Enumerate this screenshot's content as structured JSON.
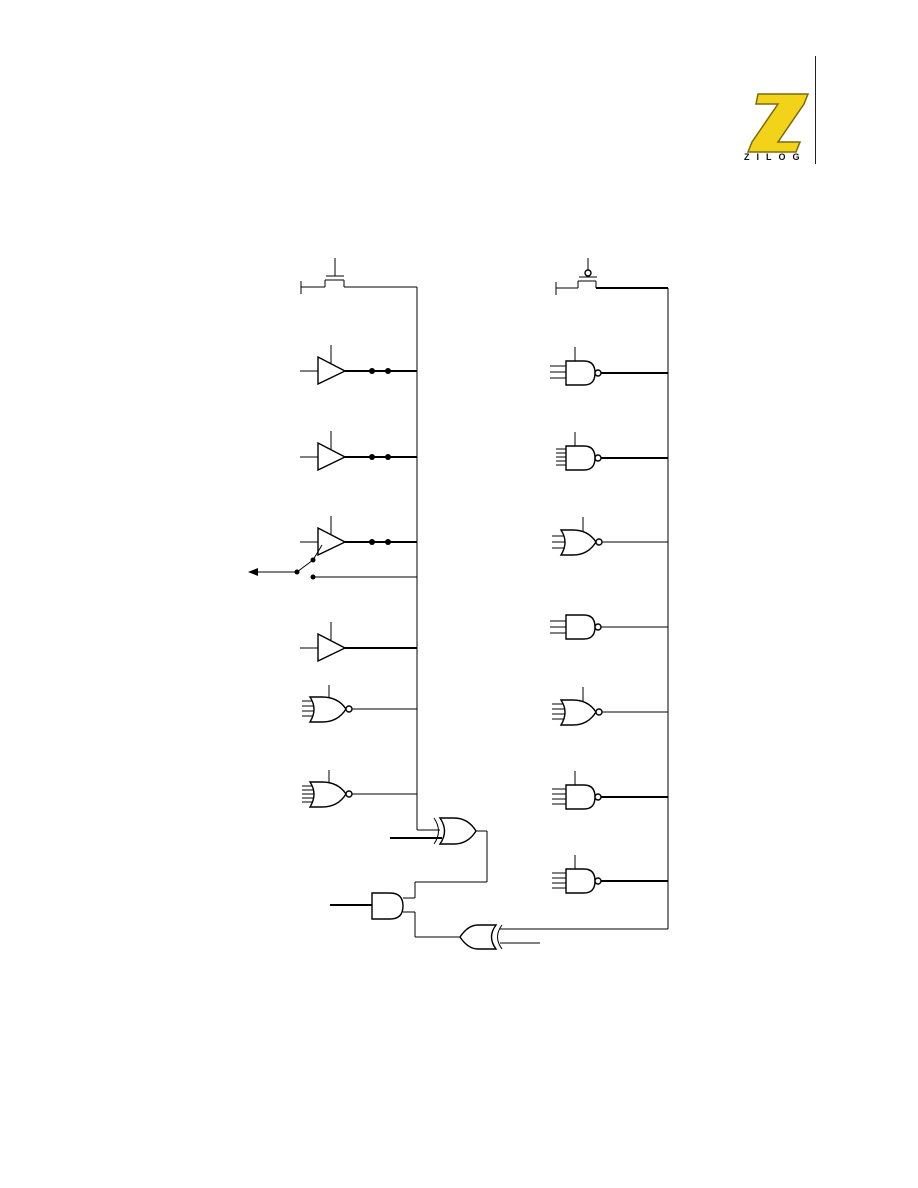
{
  "logo": {
    "text": "ZILOG",
    "colors": {
      "fill": "#f3d21a",
      "outline": "#7a6a10",
      "text": "#111111"
    }
  },
  "diagram": {
    "description_type": "logic-gate-schematic",
    "left_column": [
      "nmos-transistor",
      "tristate-buffer",
      "tristate-buffer",
      "tristate-buffer",
      "buffer",
      "nor-gate",
      "nor-gate"
    ],
    "right_column": [
      "pmos-transistor",
      "nand-gate",
      "nand-gate",
      "nor-gate",
      "nand-gate",
      "nor-gate",
      "nand-gate",
      "nand-gate"
    ],
    "bottom": [
      "xor-gate",
      "and-gate",
      "xor-gate"
    ]
  }
}
